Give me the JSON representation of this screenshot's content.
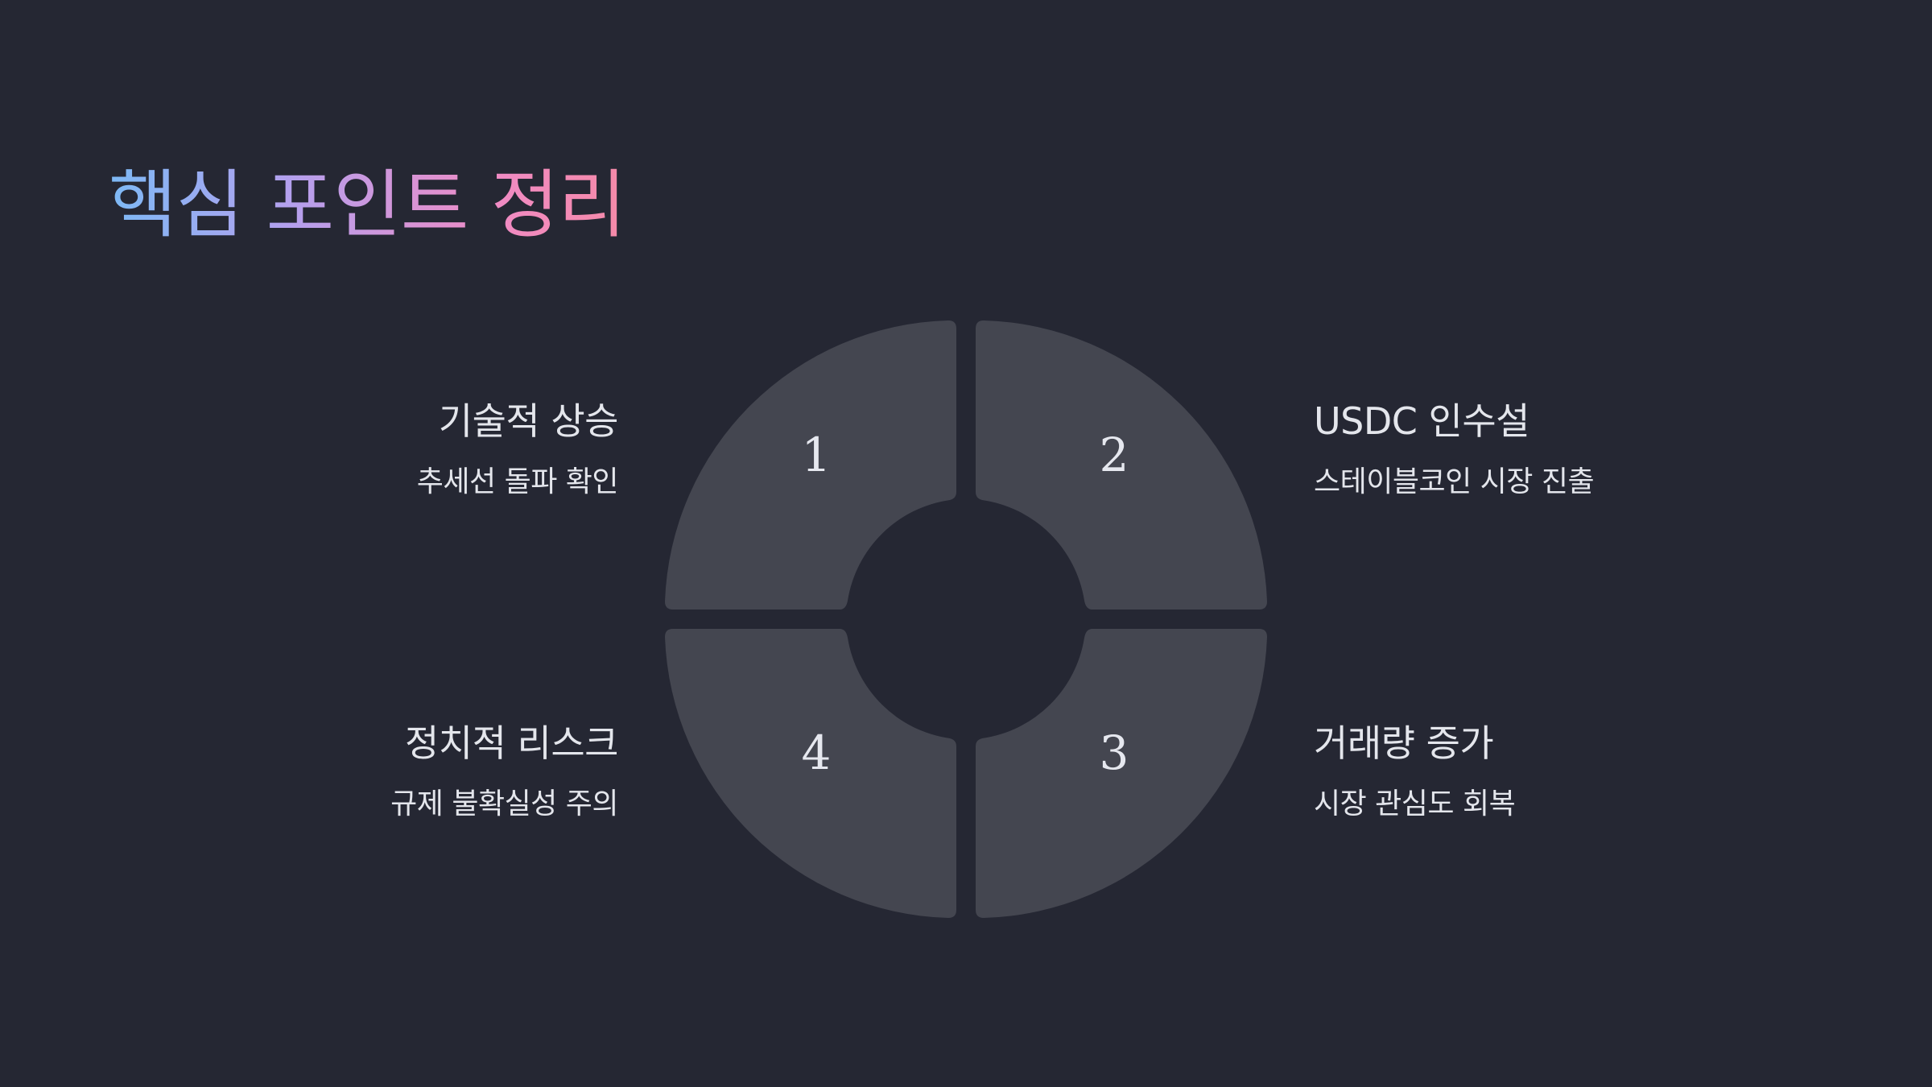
{
  "slide": {
    "title": "핵심 포인트 정리"
  },
  "segments": [
    {
      "number": "1",
      "heading": "기술적 상승",
      "detail": "추세선 돌파 확인"
    },
    {
      "number": "2",
      "heading": "USDC 인수설",
      "detail": "스테이블코인 시장 진출"
    },
    {
      "number": "3",
      "heading": "거래량 증가",
      "detail": "시장 관심도 회복"
    },
    {
      "number": "4",
      "heading": "정치적 리스크",
      "detail": "규제 불확실성 주의"
    }
  ],
  "colors": {
    "background": "#252733",
    "segment": "#444650",
    "text": "#e4e6ec"
  }
}
